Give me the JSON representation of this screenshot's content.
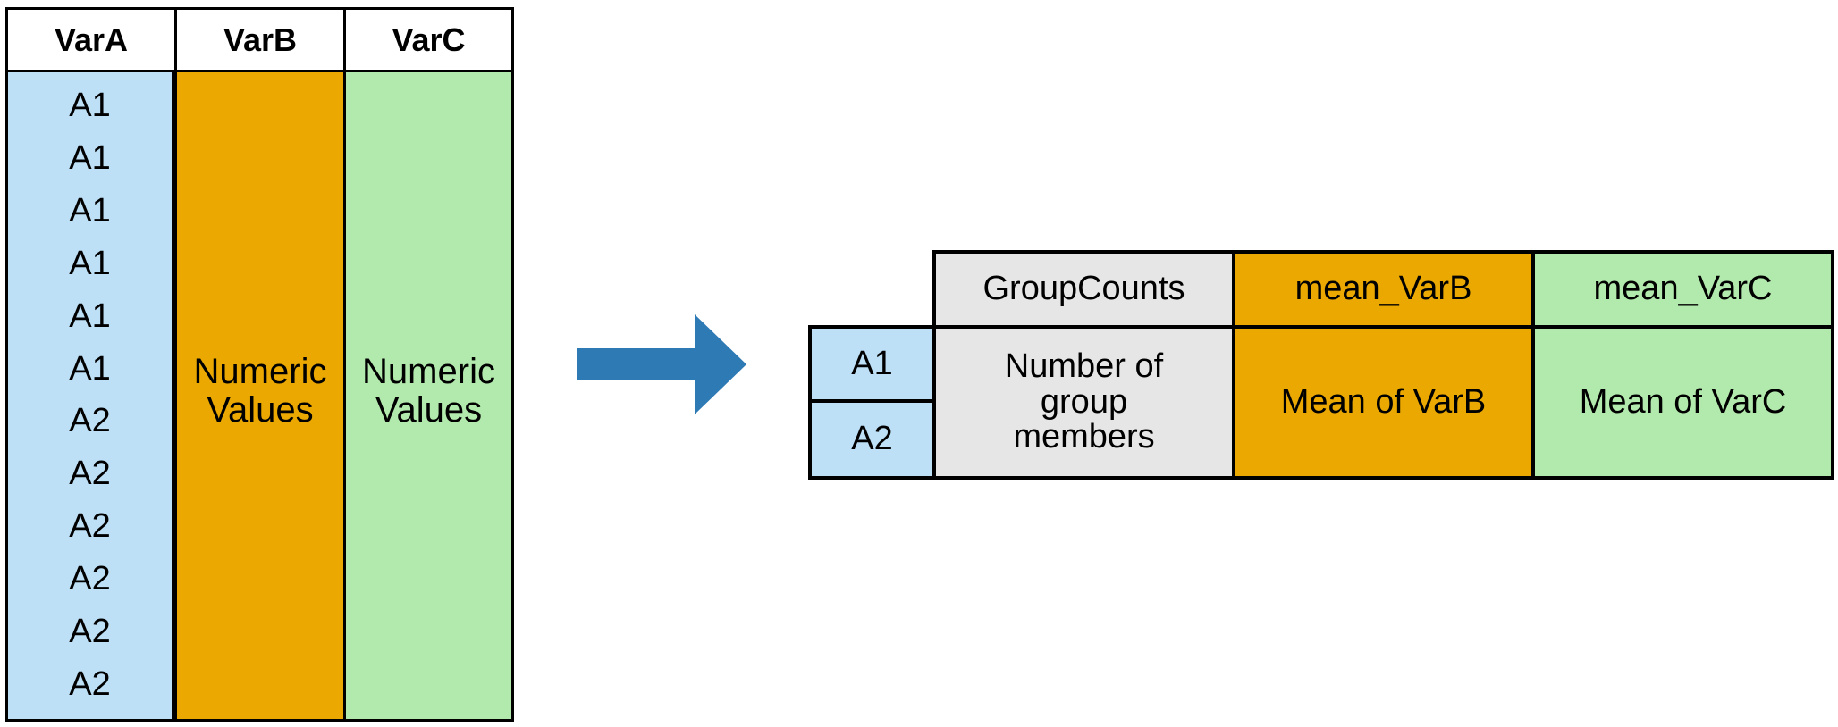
{
  "input_table": {
    "headers": [
      "VarA",
      "VarB",
      "VarC"
    ],
    "varA_values": [
      "A1",
      "A1",
      "A1",
      "A1",
      "A1",
      "A1",
      "A2",
      "A2",
      "A2",
      "A2",
      "A2",
      "A2"
    ],
    "varB_text": [
      "Numeric",
      "Values"
    ],
    "varC_text": [
      "Numeric",
      "Values"
    ]
  },
  "output_table": {
    "headers": [
      "GroupCounts",
      "mean_VarB",
      "mean_VarC"
    ],
    "row_labels": [
      "A1",
      "A2"
    ],
    "counts_text": [
      "Number of",
      "group",
      "members"
    ],
    "mean_b_text": "Mean of VarB",
    "mean_c_text": "Mean of VarC"
  },
  "colors": {
    "varA": "#bde0f6",
    "varB": "#eaa800",
    "varC": "#b2e9ac",
    "counts": "#e6e6e6",
    "arrow": "#2e7ab5"
  }
}
